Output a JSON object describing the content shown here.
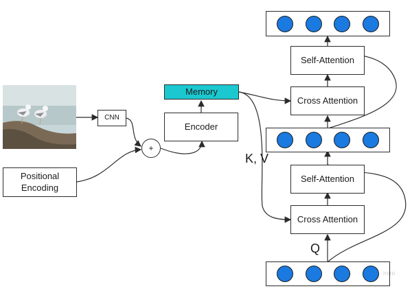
{
  "nodes": {
    "cnn": "CNN",
    "positional_encoding": "Positional Encoding",
    "combine": "+",
    "encoder": "Encoder",
    "memory": "Memory",
    "cross_attention_bottom": "Cross Attention",
    "self_attention_bottom": "Self-Attention",
    "cross_attention_top": "Cross Attention",
    "self_attention_top": "Self-Attention"
  },
  "labels": {
    "kv": "K, V",
    "q": "Q"
  },
  "colors": {
    "memory_fill": "#1bc8d0",
    "neuron_fill": "#1a7ae0"
  },
  "neuron_rows": {
    "top_count": 4,
    "middle_count": 4,
    "bottom_count": 4
  },
  "watermark": "miro"
}
